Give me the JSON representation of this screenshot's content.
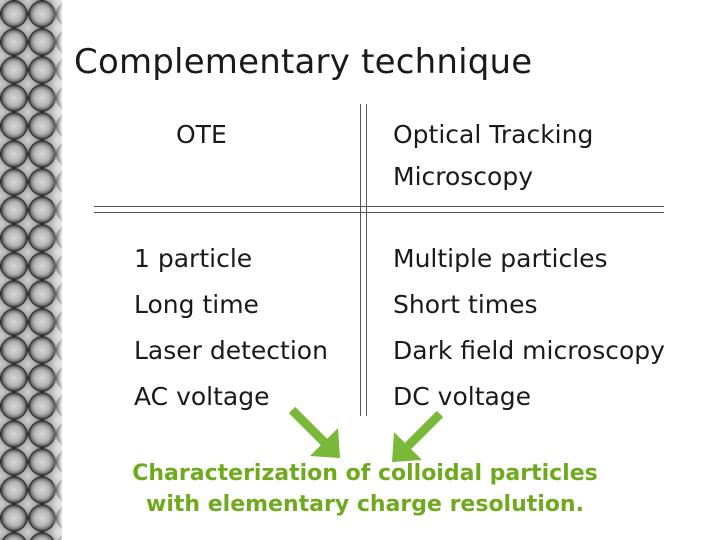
{
  "slide": {
    "title": "Complementary technique"
  },
  "table": {
    "left": {
      "header": "OTE",
      "items": [
        "1 particle",
        "Long time",
        "Laser detection",
        "AC voltage"
      ]
    },
    "right": {
      "header_lines": [
        "Optical Tracking",
        "Microscopy"
      ],
      "items": [
        "Multiple particles",
        "Short times",
        "Dark field microscopy",
        "DC voltage"
      ]
    }
  },
  "conclusion": {
    "lines": [
      "Characterization of colloidal particles",
      "with elementary charge resolution."
    ]
  },
  "colors": {
    "accent_green": "#6faa1e",
    "arrow_green": "#7ab83a",
    "text": "#1a1a1a",
    "rule": "#555555"
  },
  "icons": {
    "left_arrow": "arrow-down-right-icon",
    "right_arrow": "arrow-down-left-icon",
    "photo": "colloidal-particles-micrograph"
  }
}
